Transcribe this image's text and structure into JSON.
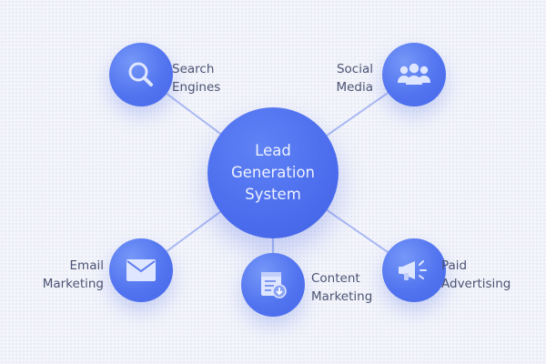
{
  "center": {
    "line1": "Lead",
    "line2": "Generation",
    "line3": "System"
  },
  "nodes": {
    "search": {
      "line1": "Search",
      "line2": "Engines",
      "icon": "magnifier-icon"
    },
    "social": {
      "line1": "Social",
      "line2": "Media",
      "icon": "people-group-icon"
    },
    "email": {
      "line1": "Email",
      "line2": "Marketing",
      "icon": "envelope-icon"
    },
    "content": {
      "line1": "Content",
      "line2": "Marketing",
      "icon": "document-download-icon"
    },
    "paid": {
      "line1": "Paid",
      "line2": "Advertising",
      "icon": "megaphone-icon"
    }
  },
  "colors": {
    "node": "#5274ef",
    "center": "#4c6ded",
    "line": "#aab9f2",
    "label": "#4b5373",
    "background": "#f4f5fb"
  }
}
